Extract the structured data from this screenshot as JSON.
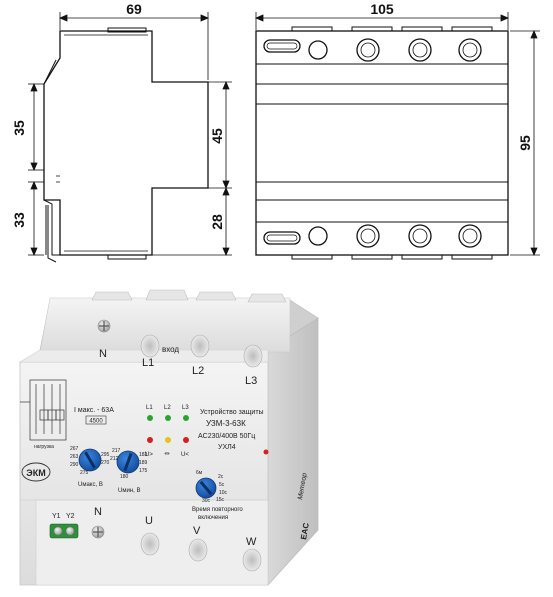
{
  "dimensions": {
    "side_width": "69",
    "side_upper": "35",
    "side_lower": "33",
    "side_body": "45",
    "side_rail": "28",
    "front_width": "105",
    "front_height": "95"
  },
  "device": {
    "top_terminals": [
      "N",
      "L1",
      "L2",
      "L3"
    ],
    "input_label": "вход",
    "bottom_terminals": [
      "N",
      "U",
      "V",
      "W"
    ],
    "aux_terminals": [
      "Y1",
      "Y2"
    ],
    "title_line1": "Устройство защиты",
    "model": "УЗМ-3-63К",
    "rating": "AC230/400В 50Гц",
    "climate": "УХЛ4",
    "current_label": "I макс. - 63А",
    "code_box": "4500",
    "led_labels": [
      "L1",
      "L2",
      "L3"
    ],
    "indicator_labels": [
      "U>",
      "⏛",
      "U<"
    ],
    "dial_max_label": "Uмакс, В",
    "dial_min_label": "Uмин, В",
    "dial_delay_label_1": "Время повторного",
    "dial_delay_label_2": "включения",
    "dial_max_scale": [
      "267",
      "263",
      "290",
      "295",
      "270",
      "275"
    ],
    "dial_min_scale": [
      "217",
      "212",
      "183",
      "189",
      "175",
      "180"
    ],
    "dial_delay_scale": [
      "6м",
      "2с",
      "5с",
      "10с",
      "15с",
      "30с"
    ],
    "brand": "ЭКМ",
    "load_label": "нагрузка",
    "signature": "Метеор",
    "cert_mark": "EAC"
  },
  "colors": {
    "dial_blue": "#1f5fb8",
    "led_green": "#2aa52a",
    "led_yellow": "#e6c21a",
    "led_red": "#d42020",
    "terminal_green": "#2f8f3a"
  }
}
